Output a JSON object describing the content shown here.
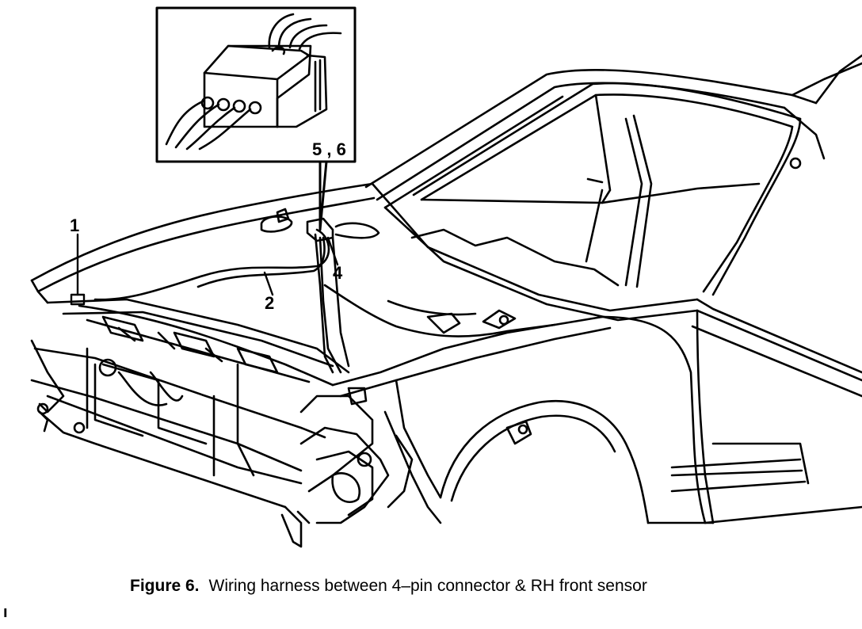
{
  "figure": {
    "callouts": {
      "c1": "1",
      "c2": "2",
      "c4": "4",
      "c56": "5 , 6"
    },
    "caption_label": "Figure 6.",
    "caption_text": "Wiring harness between 4–pin connector & RH front sensor",
    "page_mark": "ı"
  },
  "colors": {
    "ink": "#000000",
    "paper": "#ffffff"
  }
}
